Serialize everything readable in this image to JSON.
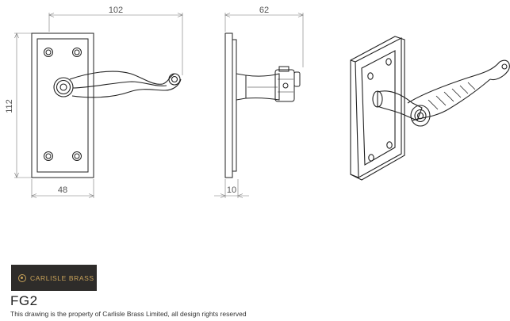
{
  "dimensions": {
    "front_width": "102",
    "front_height": "112",
    "front_plate_width": "48",
    "side_depth": "62",
    "side_plate_thickness": "10"
  },
  "brand": {
    "logo_text": "CARLISLE BRASS",
    "logo_color": "#c9a35a",
    "logo_bg": "#2e2c2a"
  },
  "product": {
    "code": "FG2",
    "notice": "This drawing is the property of Carlisle Brass Limited, all design rights reserved"
  }
}
